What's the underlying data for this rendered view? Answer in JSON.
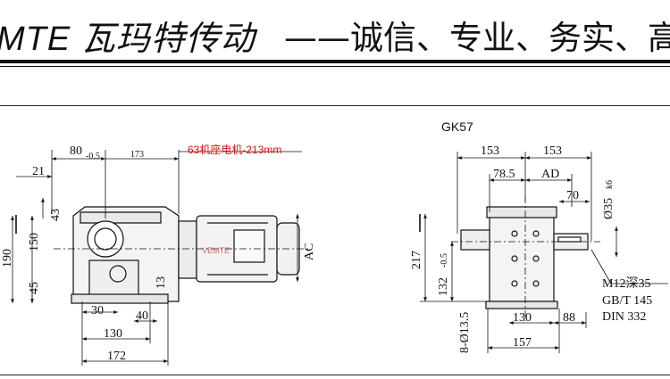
{
  "header": {
    "brand": "MTE 瓦玛特传动",
    "slogan": "——诚信、专业、务实、高"
  },
  "drawing": {
    "model": "GK57",
    "motor_note": "63机座电机-213mm",
    "watermark": "VEMTE",
    "left_view": {
      "dims": {
        "d80": "80",
        "d80_tol": "-0.5",
        "d173": "173",
        "d21": "21",
        "d43": "43",
        "d190": "190",
        "d150": "150",
        "d45": "45",
        "d13": "13",
        "d30": "30",
        "d40": "40",
        "d130": "130",
        "d172": "172",
        "ac": "AC"
      }
    },
    "right_view": {
      "dims": {
        "w153a": "153",
        "w153b": "153",
        "d78_5": "78.5",
        "ad": "AD",
        "d70": "70",
        "shaft": "Ø35",
        "shaft_tol": "k6",
        "d217": "217",
        "d132": "132",
        "d132_tol": "-0.5",
        "holes": "8-Ø13.5",
        "d130": "130",
        "d88": "88",
        "d157": "157"
      },
      "notes": [
        "M12深35",
        "GB/T 145",
        "DIN 332"
      ]
    }
  }
}
